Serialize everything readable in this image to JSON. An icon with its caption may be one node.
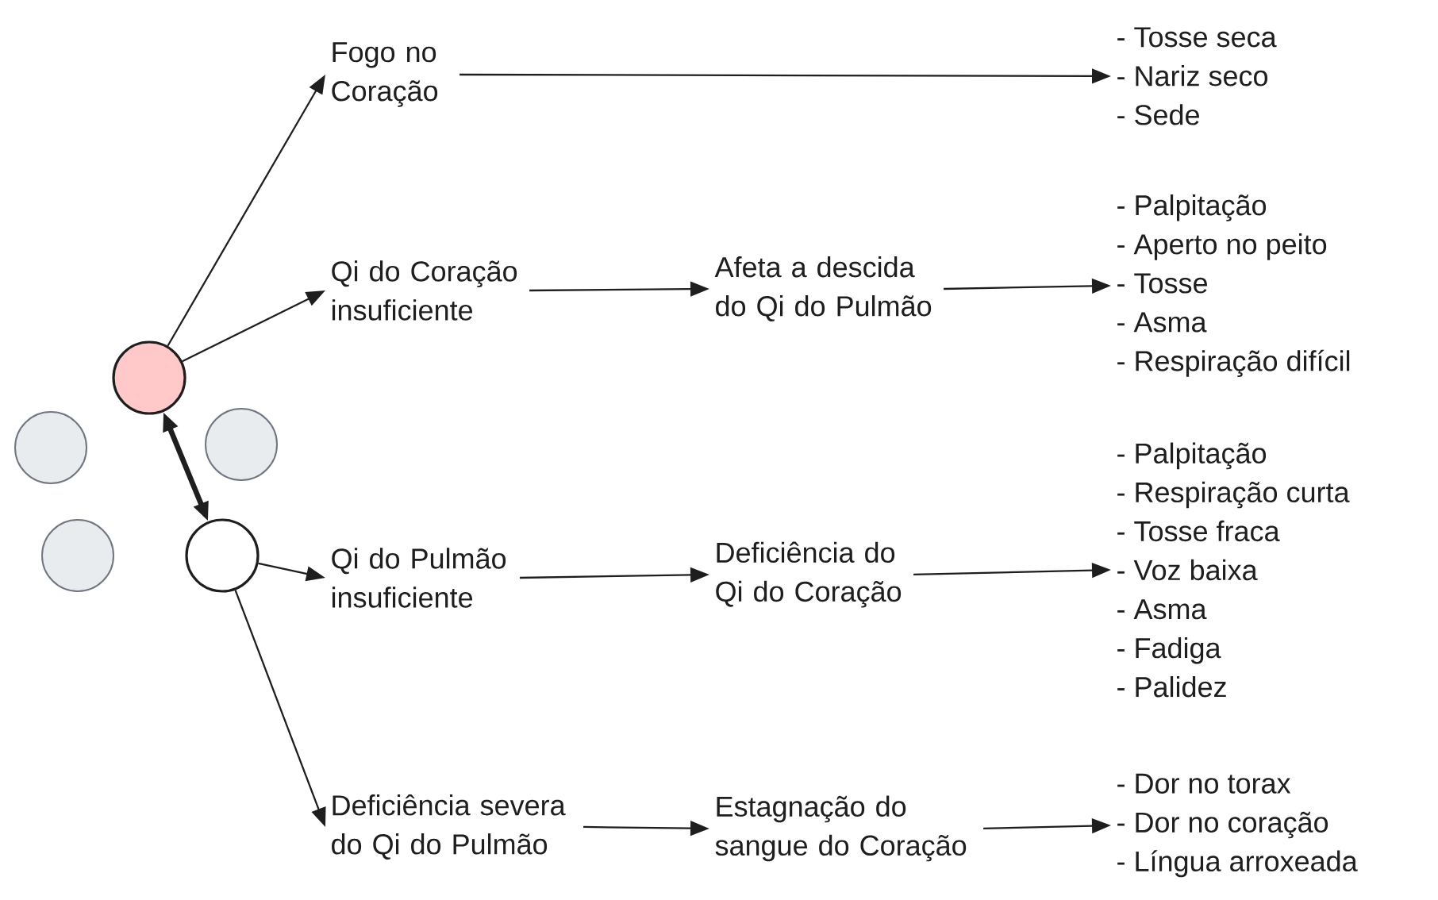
{
  "diagram": {
    "nodes": [
      {
        "text": [],
        "shape": "circle"
      },
      {
        "text": [],
        "shape": "circle"
      },
      {
        "text": [],
        "shape": "circle"
      },
      {
        "text": [],
        "shape": "circle"
      },
      {
        "text": [],
        "shape": "circle"
      },
      {
        "text": [
          "Fogo no Coração"
        ]
      },
      {
        "text": [
          "- Tosse seca",
          "- Nariz seco",
          "- Sede"
        ]
      },
      {
        "text": [
          "Qi do Coração insuficiente"
        ]
      },
      {
        "text": [
          "Afeta a descida do Qi do Pulmão"
        ]
      },
      {
        "text": [
          "- Palpitação",
          "- Aperto no peito",
          "- Tosse",
          "- Asma",
          "- Respiração difícil"
        ]
      },
      {
        "text": [
          "Qi do Pulmão insuficiente"
        ]
      },
      {
        "text": [
          "Deficiência do Qi do Coração"
        ]
      },
      {
        "text": [
          "- Palpitação",
          "- Respiração curta",
          "- Tosse fraca",
          "- Voz baixa",
          "- Asma",
          "- Fadiga",
          "- Palidez"
        ]
      },
      {
        "text": [
          "Deficiência severa do Qi do Pulmão"
        ]
      },
      {
        "text": [
          "Estagnação do sangue do Coração"
        ]
      },
      {
        "text": [
          "- Dor no torax",
          "- Dor no coração",
          "- Língua arroxeada"
        ]
      }
    ],
    "edges": [
      {
        "from": 0,
        "to": 5,
        "arrow": "to"
      },
      {
        "from": 0,
        "to": 7,
        "arrow": "to"
      },
      {
        "from": 0,
        "to": 4,
        "arrow": "both",
        "style": "thick"
      },
      {
        "from": 4,
        "to": 10,
        "arrow": "to"
      },
      {
        "from": 4,
        "to": 13,
        "arrow": "to"
      },
      {
        "from": 5,
        "to": 6,
        "arrow": "to"
      },
      {
        "from": 7,
        "to": 8,
        "arrow": "to"
      },
      {
        "from": 8,
        "to": 9,
        "arrow": "to"
      },
      {
        "from": 10,
        "to": 11,
        "arrow": "to"
      },
      {
        "from": 11,
        "to": 12,
        "arrow": "to"
      },
      {
        "from": 13,
        "to": 14,
        "arrow": "to"
      },
      {
        "from": 14,
        "to": 15,
        "arrow": "to"
      }
    ]
  }
}
